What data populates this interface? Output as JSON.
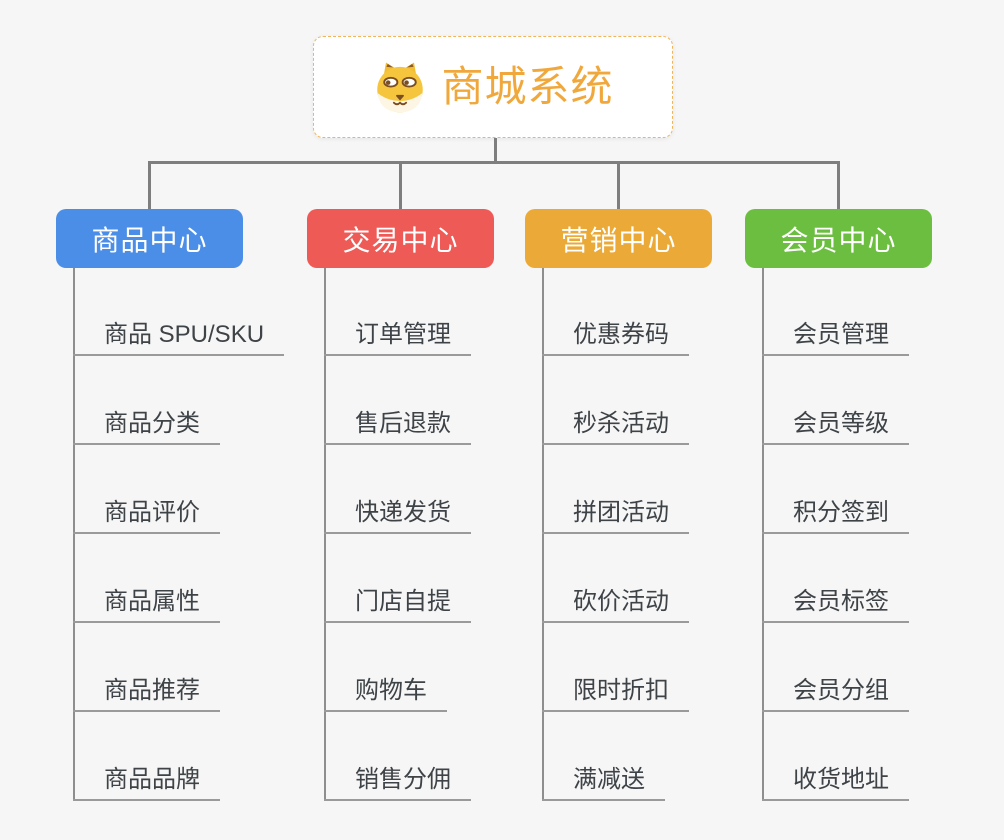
{
  "root": {
    "title": "商城系统",
    "icon": "shiba-dog-icon",
    "text_color": "#F0A83C",
    "border_color": "#F0B45C"
  },
  "branches": [
    {
      "label": "商品中心",
      "color": "#4B8EE8",
      "items": [
        "商品 SPU/SKU",
        "商品分类",
        "商品评价",
        "商品属性",
        "商品推荐",
        "商品品牌"
      ]
    },
    {
      "label": "交易中心",
      "color": "#EE5A55",
      "items": [
        "订单管理",
        "售后退款",
        "快递发货",
        "门店自提",
        "购物车",
        "销售分佣"
      ]
    },
    {
      "label": "营销中心",
      "color": "#EBAA38",
      "items": [
        "优惠券码",
        "秒杀活动",
        "拼团活动",
        "砍价活动",
        "限时折扣",
        "满减送"
      ]
    },
    {
      "label": "会员中心",
      "color": "#6CBE41",
      "items": [
        "会员管理",
        "会员等级",
        "积分签到",
        "会员标签",
        "会员分组",
        "收货地址"
      ]
    }
  ],
  "colors": {
    "background": "#F6F6F6",
    "connector": "#7E7E7E",
    "trunk": "#8E8E8E",
    "underline": "#9A9A9A",
    "item_text": "#3E4347",
    "header_text": "#FFFFFF"
  }
}
